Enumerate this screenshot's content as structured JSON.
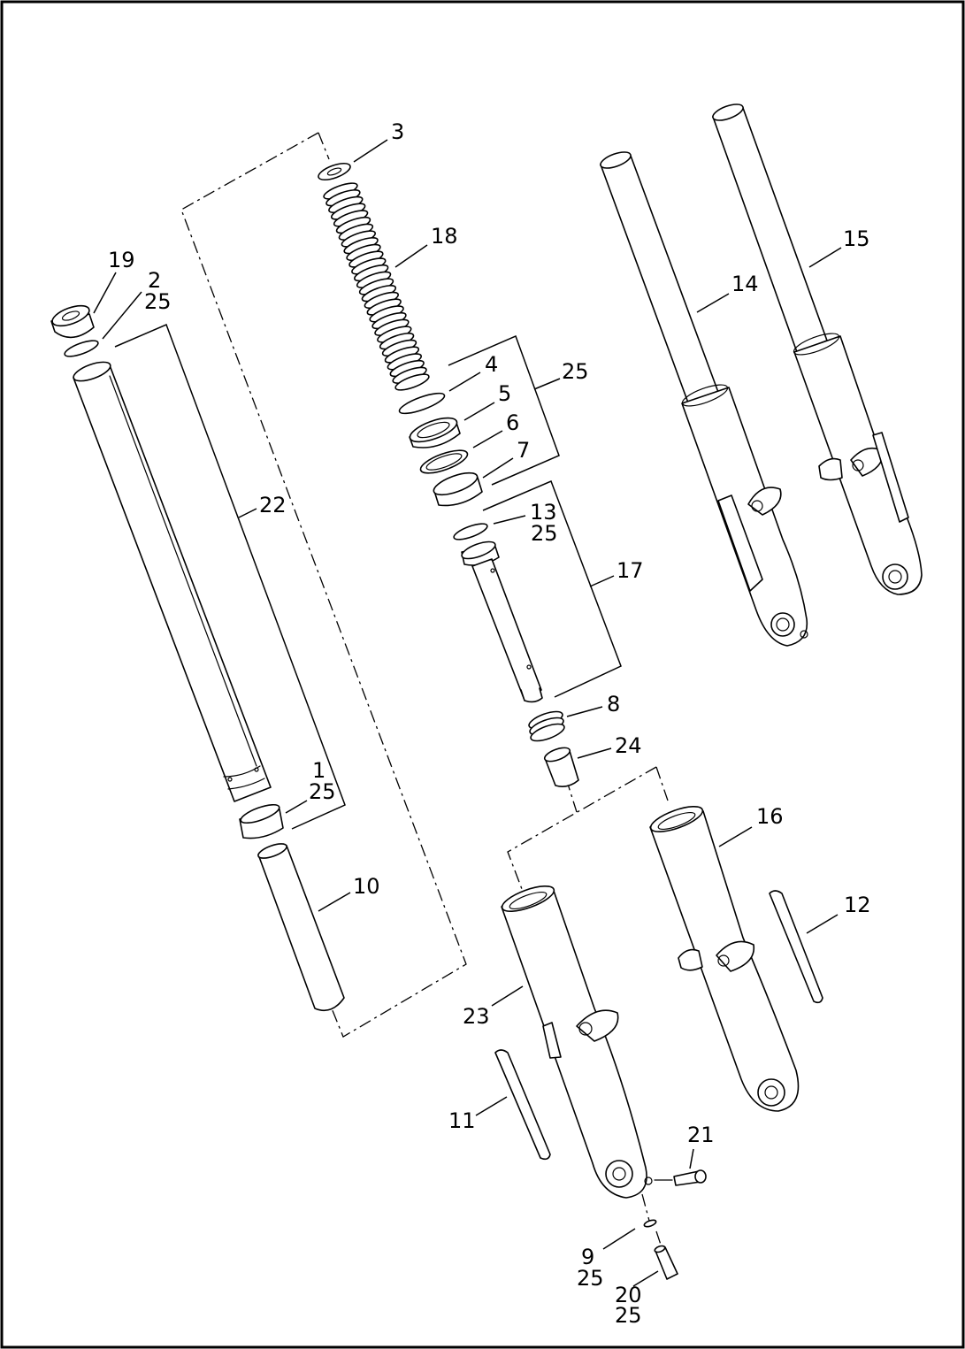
{
  "callouts": [
    {
      "id": "c-3",
      "lines": [
        "3"
      ]
    },
    {
      "id": "c-18",
      "lines": [
        "18"
      ]
    },
    {
      "id": "c-19",
      "lines": [
        "19"
      ]
    },
    {
      "id": "c-2",
      "lines": [
        "2",
        "25"
      ]
    },
    {
      "id": "c-22",
      "lines": [
        "22"
      ]
    },
    {
      "id": "c-1",
      "lines": [
        "1",
        "25"
      ]
    },
    {
      "id": "c-10",
      "lines": [
        "10"
      ]
    },
    {
      "id": "c-4",
      "lines": [
        "4"
      ]
    },
    {
      "id": "c-5",
      "lines": [
        "5"
      ]
    },
    {
      "id": "c-6",
      "lines": [
        "6"
      ]
    },
    {
      "id": "c-7",
      "lines": [
        "7"
      ]
    },
    {
      "id": "c-25",
      "lines": [
        "25"
      ]
    },
    {
      "id": "c-13",
      "lines": [
        "13",
        "25"
      ]
    },
    {
      "id": "c-17",
      "lines": [
        "17"
      ]
    },
    {
      "id": "c-8",
      "lines": [
        "8"
      ]
    },
    {
      "id": "c-24",
      "lines": [
        "24"
      ]
    },
    {
      "id": "c-14",
      "lines": [
        "14"
      ]
    },
    {
      "id": "c-15",
      "lines": [
        "15"
      ]
    },
    {
      "id": "c-16",
      "lines": [
        "16"
      ]
    },
    {
      "id": "c-12",
      "lines": [
        "12"
      ]
    },
    {
      "id": "c-23",
      "lines": [
        "23"
      ]
    },
    {
      "id": "c-11",
      "lines": [
        "11"
      ]
    },
    {
      "id": "c-21",
      "lines": [
        "21"
      ]
    },
    {
      "id": "c-9",
      "lines": [
        "9",
        "25"
      ]
    },
    {
      "id": "c-20",
      "lines": [
        "20",
        "25"
      ]
    }
  ]
}
